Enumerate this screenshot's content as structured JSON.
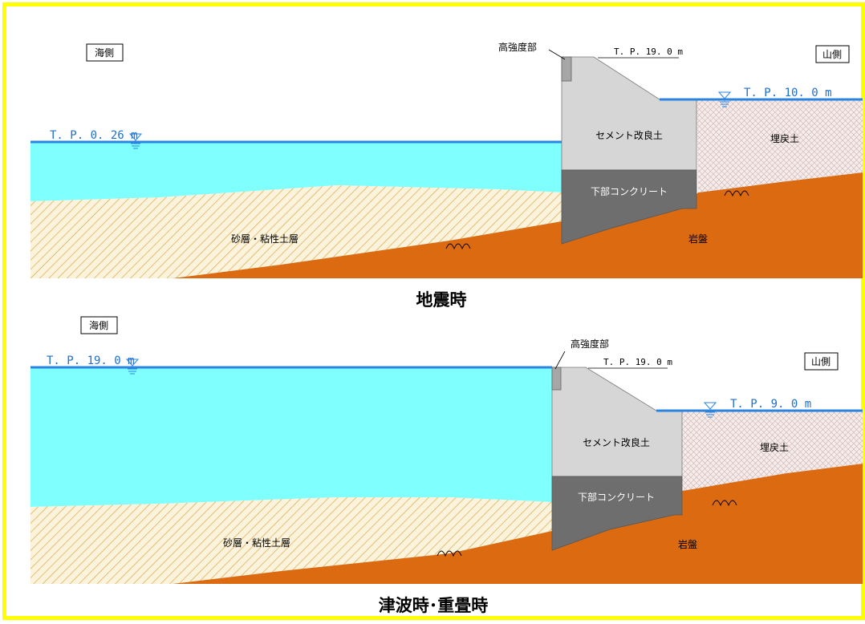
{
  "colors": {
    "frame": "#ffff00",
    "sea": "#80ffff",
    "water_line": "#2a84e0",
    "sand_hatch": "#d9a84a",
    "bedrock": "#dc6a10",
    "cement": "#d6d6d6",
    "concrete": "#6e6e6e",
    "fill_soil": "#f3e9e4"
  },
  "panels": [
    {
      "caption": "地震時",
      "sea_side": "海側",
      "mountain_side": "山側",
      "high_strength": "高強度部",
      "crest_level": "T. P. 19. 0 m",
      "sea_level": "T. P. 0. 26 m",
      "land_level": "T. P. 10. 0 m",
      "cement_soil": "セメント改良土",
      "lower_concrete": "下部コンクリート",
      "fill_soil": "埋戻土",
      "sand_layer": "砂層・粘性土層",
      "bedrock": "岩盤"
    },
    {
      "caption": "津波時･重畳時",
      "sea_side": "海側",
      "mountain_side": "山側",
      "high_strength": "高強度部",
      "crest_level": "T. P. 19. 0 m",
      "sea_level": "T. P. 19. 0 m",
      "land_level": "T. P. 9. 0 m",
      "cement_soil": "セメント改良土",
      "lower_concrete": "下部コンクリート",
      "fill_soil": "埋戻土",
      "sand_layer": "砂層・粘性土層",
      "bedrock": "岩盤"
    }
  ]
}
